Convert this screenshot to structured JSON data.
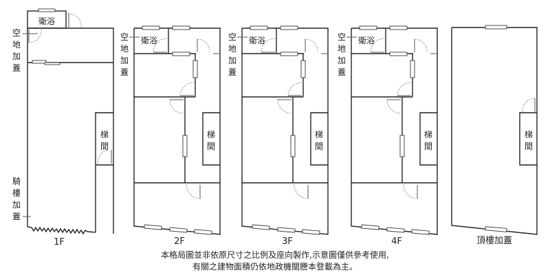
{
  "plans": [
    {
      "floor_label": "1F",
      "room_labels": {
        "bath": "衛浴",
        "stair": [
          "梯",
          "間"
        ],
        "side_top": [
          "空",
          "地",
          "加",
          "蓋"
        ],
        "side_bottom": [
          "騎",
          "樓",
          "加",
          "蓋"
        ]
      }
    },
    {
      "floor_label": "2F",
      "room_labels": {
        "bath": "衛浴",
        "stair": [
          "梯",
          "間"
        ],
        "side_top": [
          "空",
          "地",
          "加",
          "蓋"
        ]
      }
    },
    {
      "floor_label": "3F",
      "room_labels": {
        "bath": "衛浴",
        "stair": [
          "梯",
          "間"
        ],
        "side_top": [
          "空",
          "地",
          "加",
          "蓋"
        ]
      }
    },
    {
      "floor_label": "4F",
      "room_labels": {
        "bath": "衛浴",
        "stair": [
          "梯",
          "間"
        ],
        "side_top": [
          "空",
          "地",
          "加",
          "蓋"
        ]
      }
    },
    {
      "floor_label": "頂樓加蓋",
      "room_labels": {
        "stair": [
          "梯",
          "間"
        ]
      }
    }
  ],
  "disclaimer": {
    "line1": "本格局圖並非依原尺寸之比例及座向製作,示意圖僅供參考使用,",
    "line2": "有關之建物面積仍依地政機關謄本登載為主。"
  }
}
